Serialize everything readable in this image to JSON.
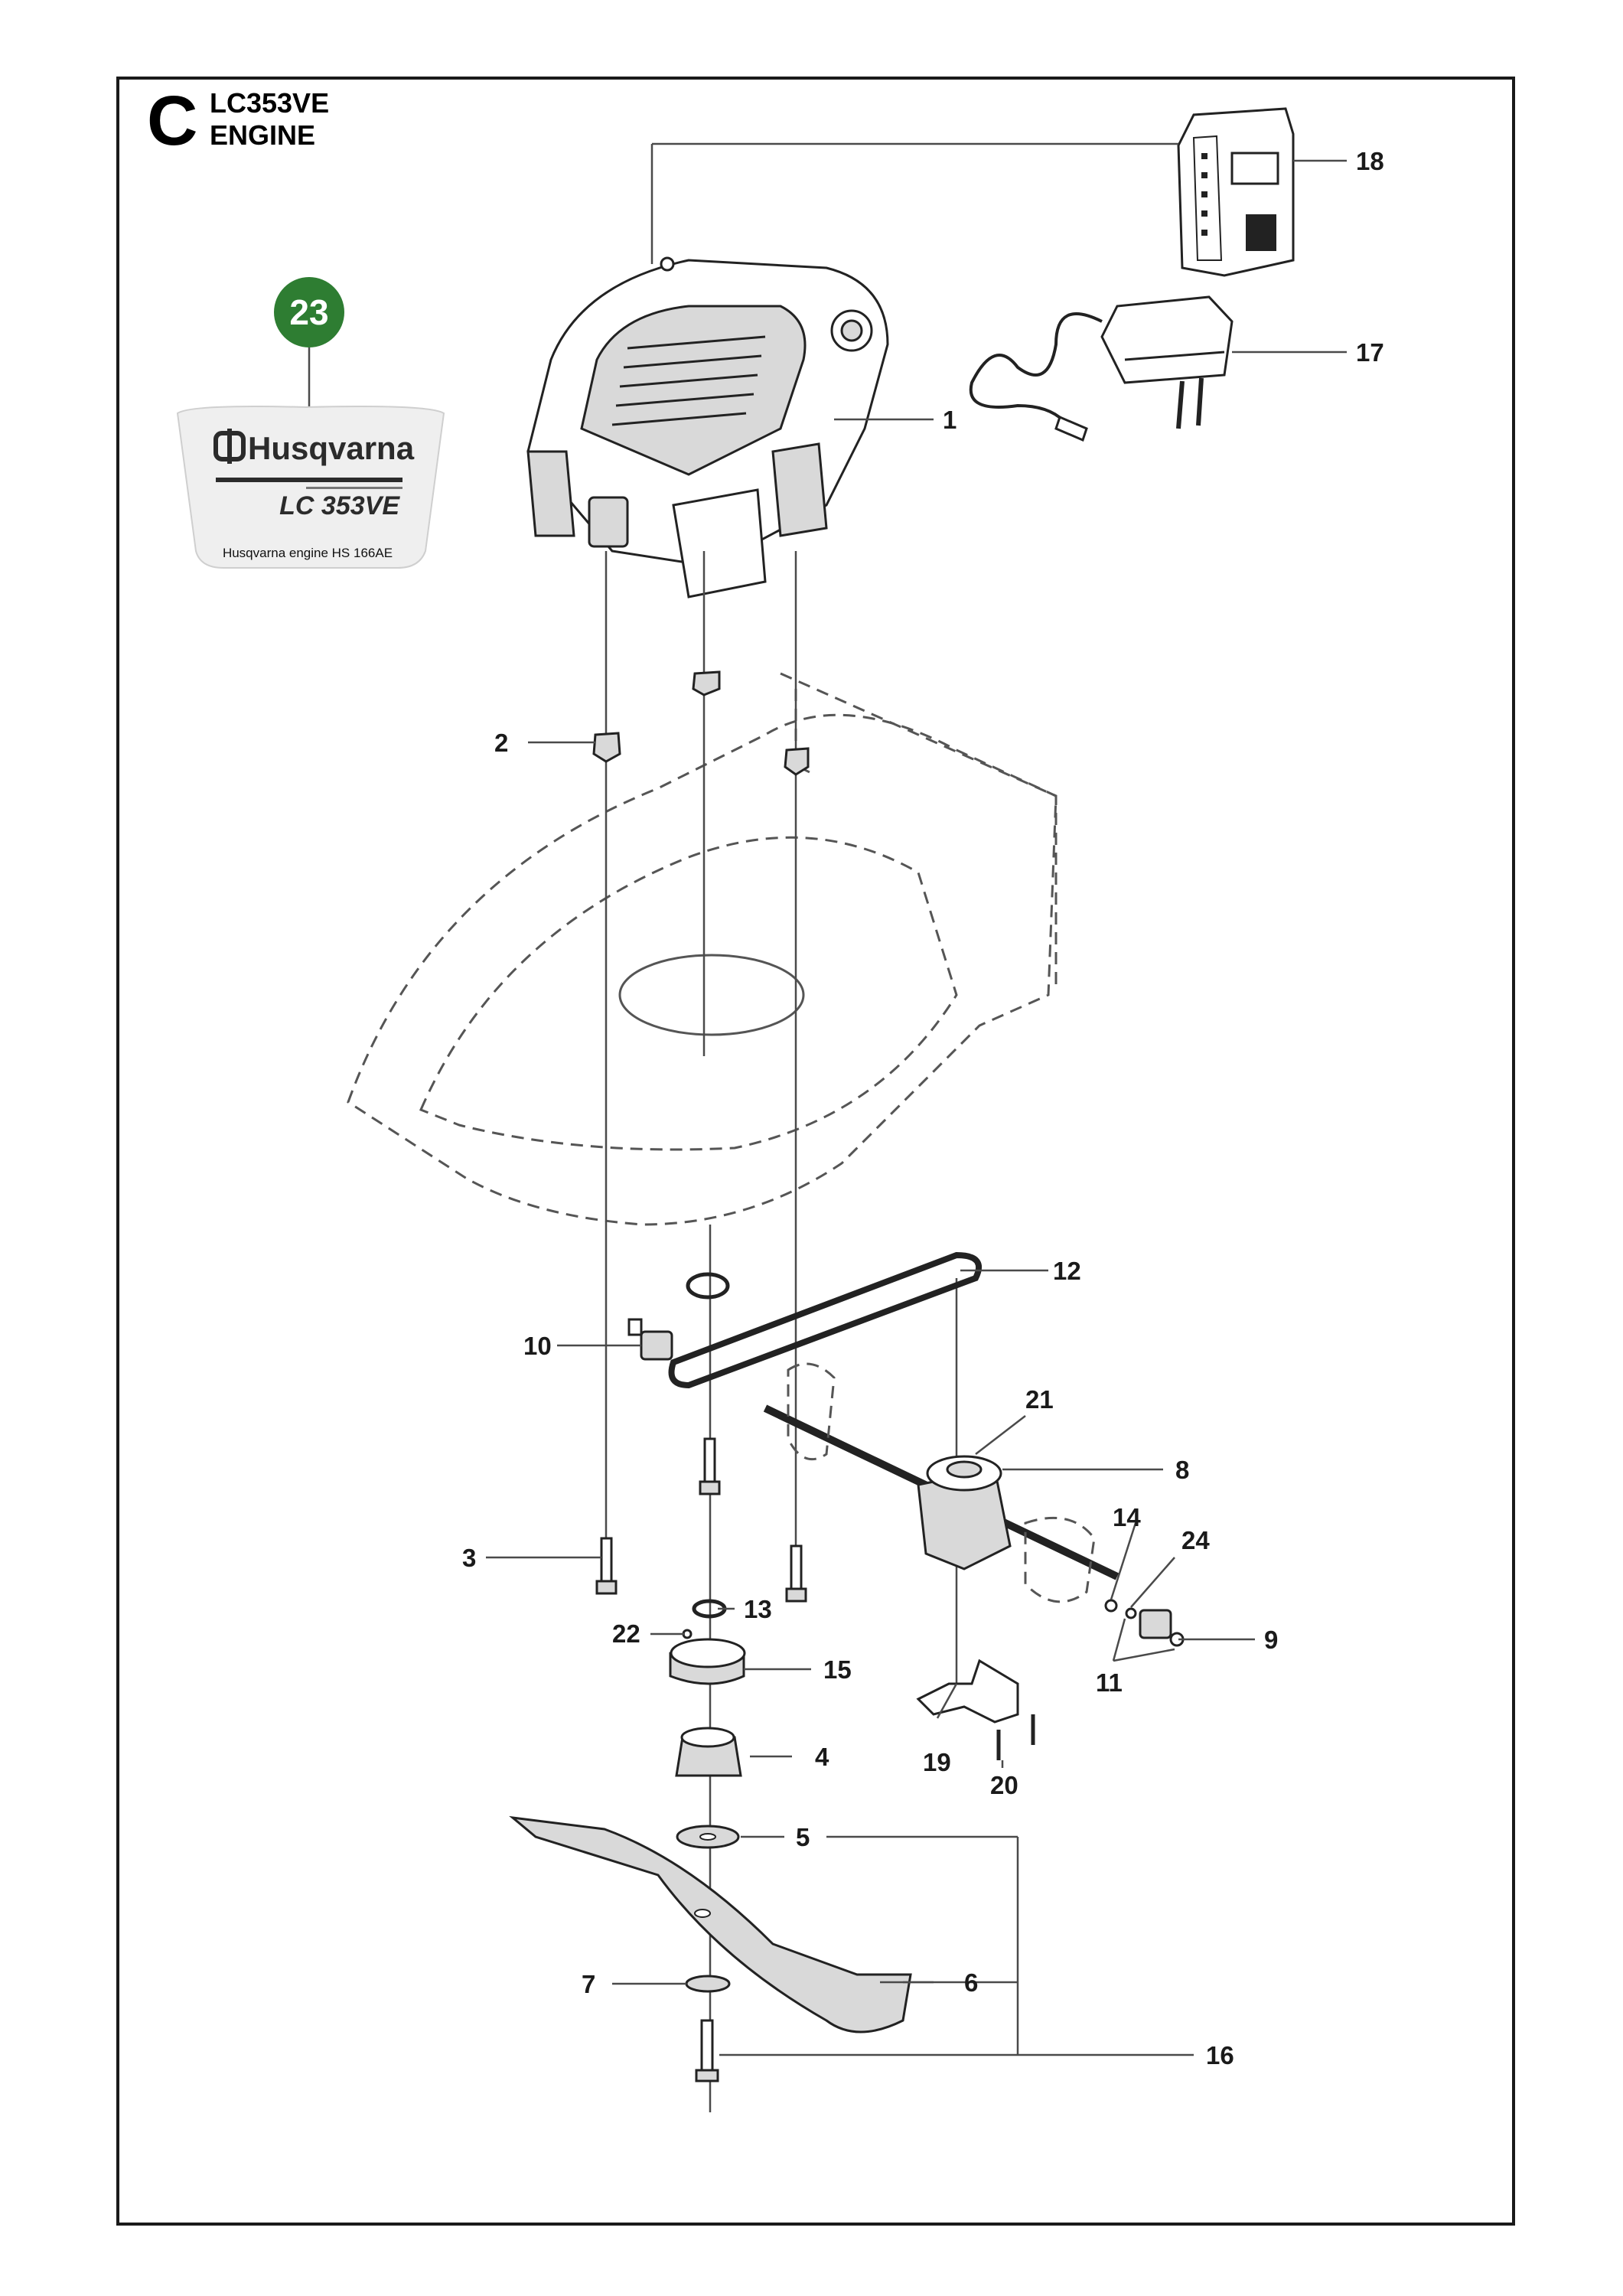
{
  "header": {
    "section_letter": "C",
    "model": "LC353VE",
    "group": "ENGINE"
  },
  "reference_badge": {
    "number": "23",
    "color": "#2e7d32"
  },
  "engine_label": {
    "brand": "Husqvarna",
    "model": "LC 353VE",
    "engine_text": "Husqvarna engine HS 166AE",
    "brand_color": "#2b2b2b"
  },
  "callouts": [
    "1",
    "2",
    "3",
    "4",
    "5",
    "6",
    "7",
    "8",
    "9",
    "10",
    "11",
    "12",
    "13",
    "14",
    "15",
    "16",
    "17",
    "18",
    "19",
    "20",
    "21",
    "22",
    "24"
  ]
}
